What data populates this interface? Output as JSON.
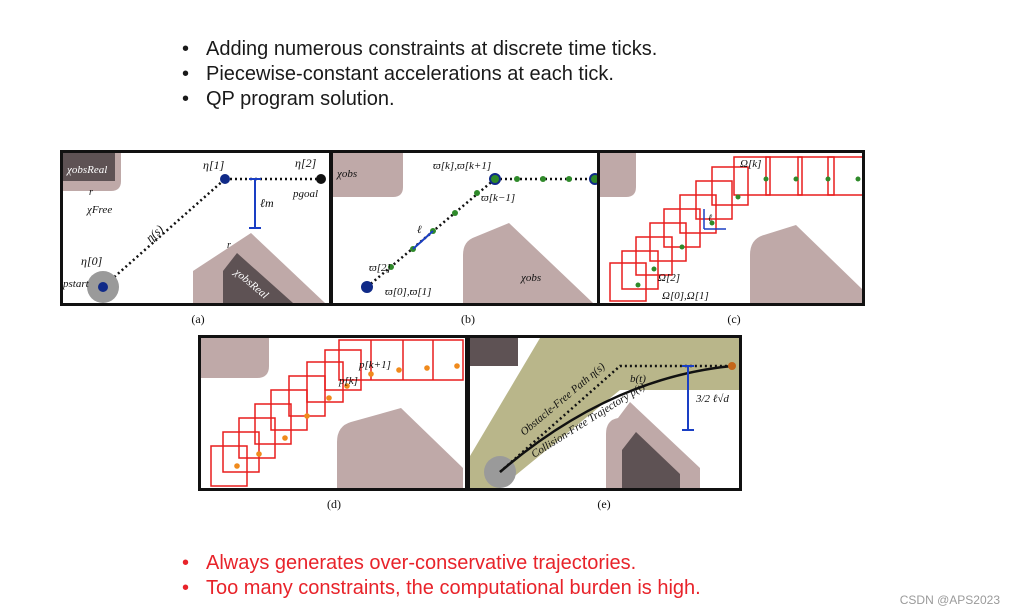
{
  "bullets_top": [
    "Adding numerous constraints at discrete time ticks.",
    "Piecewise-constant accelerations at each tick.",
    "QP program solution."
  ],
  "bullets_bottom": [
    "Always generates over-conservative trajectories.",
    "Too many constraints, the computational burden is high."
  ],
  "watermark": "CSDN @APS2023",
  "panels": {
    "a": {
      "caption": "(a)",
      "obs_real_1": "χobsReal",
      "obs_real_2": "χobsReal",
      "free": "χFree",
      "eta0": "η[0]",
      "eta1": "η[1]",
      "eta2": "η[2]",
      "eta_s": "η(s)",
      "ell_m": "ℓm",
      "p_start": "pstart",
      "p_goal": "pgoal",
      "r1": "r",
      "r2": "r"
    },
    "b": {
      "caption": "(b)",
      "obs1": "χobs",
      "obs2": "χobs",
      "w_k": "ϖ[k],ϖ[k+1]",
      "w_km1": "ϖ[k−1]",
      "w_2": "ϖ[2]",
      "w_01": "ϖ[0],ϖ[1]",
      "ell": "ℓ"
    },
    "c": {
      "caption": "(c)",
      "omega_k": "Ω[k]",
      "omega_2": "Ω[2]",
      "omega_01": "Ω[0],Ω[1]",
      "ell": "ℓ"
    },
    "d": {
      "caption": "(d)",
      "p_k1": "p[k+1]",
      "p_k": "p[k]"
    },
    "e": {
      "caption": "(e)",
      "path_label": "Obstacle-Free Path η(s)",
      "traj_label": "Collision-Free Trajectory p(t)",
      "b_t": "b(t)",
      "bound": "3/2 ℓ√d"
    }
  },
  "colors": {
    "obstacle": "#bfa9a8",
    "obstacle_dark": "#5e5254",
    "corridor": "#b9b68a",
    "box": "#e81d1d",
    "green_point": "#2f8a2a",
    "orange_point": "#f08a1c",
    "node": "#102a88",
    "bound": "#1a3fc4",
    "bullet_red": "#e8232a"
  }
}
